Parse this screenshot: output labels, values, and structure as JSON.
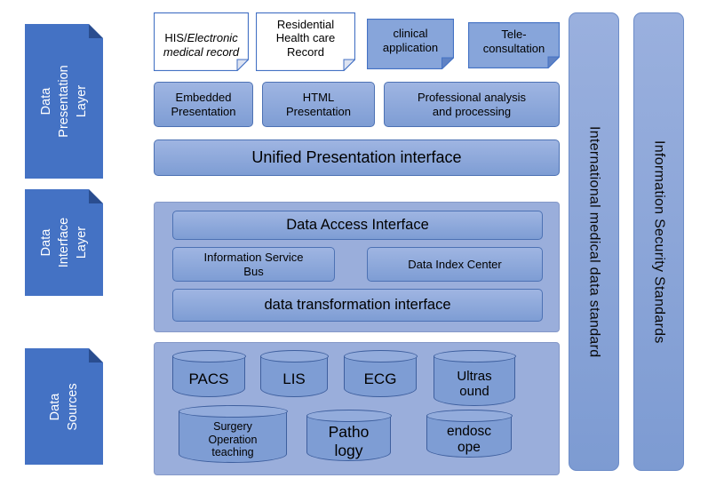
{
  "layer_tabs": {
    "presentation": "Data\nPresentation\nLayer",
    "interface": "Data\nInterface\nLayer",
    "sources": "Data\nSources"
  },
  "presentation_layer": {
    "his_note": {
      "prefix": "HIS/",
      "italic_text": "Electronic medical record"
    },
    "notes": {
      "residential": "Residential\nHealth care\nRecord",
      "clinical": "clinical\napplication",
      "tele": "Tele-\nconsultation"
    },
    "modules": {
      "embedded": "Embedded\nPresentation",
      "html": "HTML\nPresentation",
      "professional": "Professional analysis\nand processing"
    },
    "unified_interface": "Unified Presentation interface"
  },
  "interface_layer": {
    "data_access": "Data Access Interface",
    "service_bus": "Information Service\nBus",
    "index_center": "Data Index Center",
    "transformation": "data transformation interface"
  },
  "data_sources": {
    "pacs": "PACS",
    "lis": "LIS",
    "ecg": "ECG",
    "ultrasound": "Ultras\nound",
    "surgery": "Surgery\nOperation\nteaching",
    "pathology": "Patho\nlogy",
    "endoscope": "endosc\nope"
  },
  "standards": {
    "international": "International medical data standard",
    "security": "Information Security Standards"
  },
  "colors": {
    "accent_dark": "#4472C4",
    "fold_dark": "#2A4D8F",
    "box_fill": "#7E9DD4",
    "panel_fill": "#9AAEDB",
    "cylinder_fill": "#7E9DD4",
    "text_on_dark": "#FFFFFF"
  }
}
